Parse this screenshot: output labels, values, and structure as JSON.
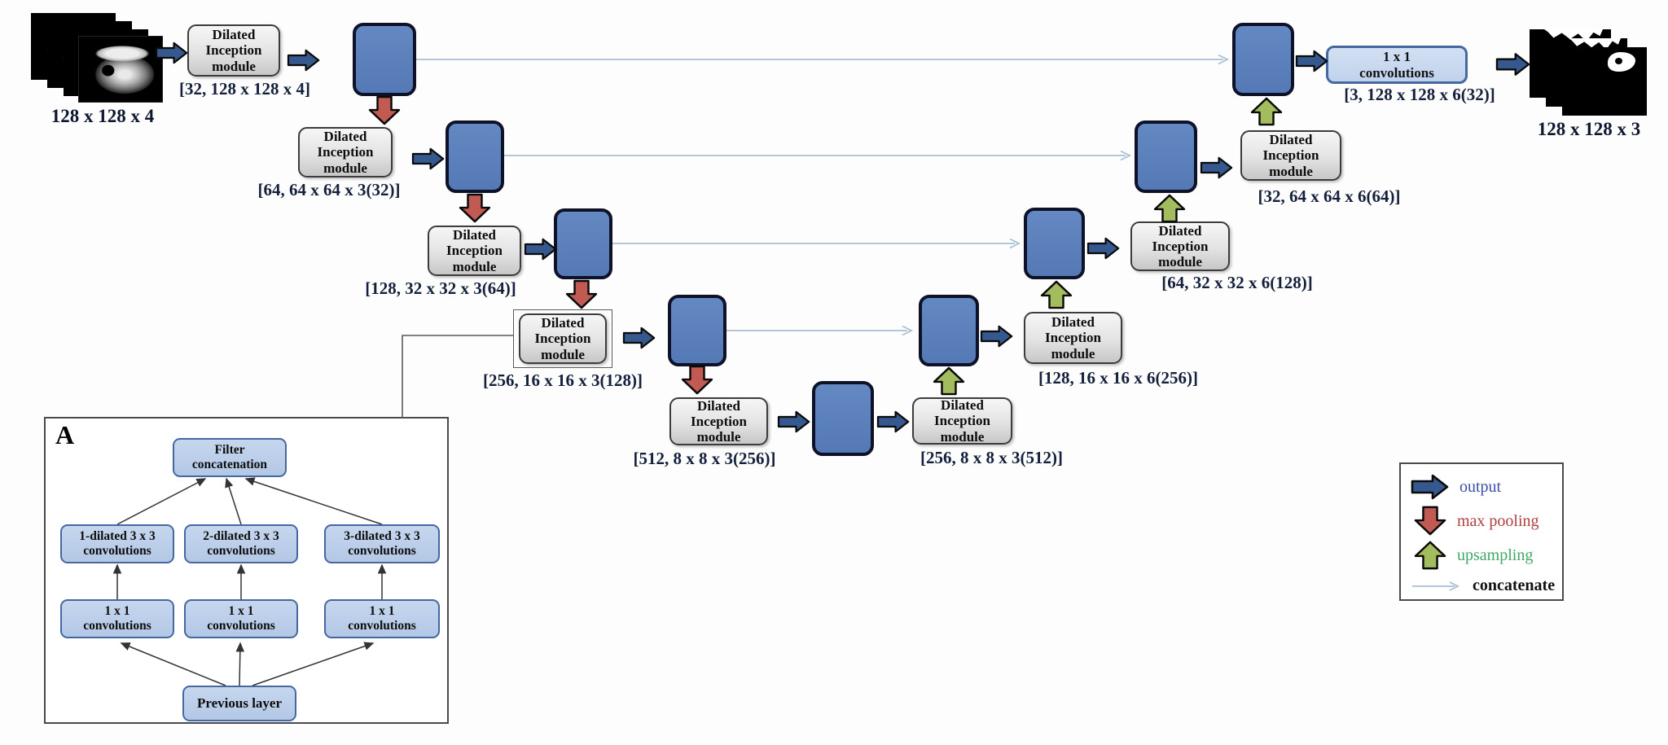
{
  "figure": {
    "input": {
      "caption": "128 x 128 x 4"
    },
    "output": {
      "caption": "128 x 128 x 3"
    },
    "module_text": "Dilated\nInception\nmodule",
    "conv1x1_text": "1 x 1\nconvolutions",
    "dims": [
      "[32, 128 x 128 x 4]",
      "[64, 64 x 64 x 3(32)]",
      "[128, 32 x 32 x 3(64)]",
      "[256, 16 x 16 x 3(128)]",
      "[512, 8 x 8 x 3(256)]",
      "[256, 8 x 8 x 3(512)]",
      "[128, 16 x 16 x 6(256)]",
      "[64, 32 x 32 x 6(128)]",
      "[32, 64 x 64 x 6(64)]",
      "[3, 128 x 128 x 6(32)]"
    ],
    "inset": {
      "tag": "A",
      "filter_concatenation": "Filter\nconcatenation",
      "dilated_labels": [
        "1-dilated 3 x 3\nconvolutions",
        "2-dilated 3 x 3\nconvolutions",
        "3-dilated 3 x 3\nconvolutions"
      ],
      "conv_label": "1 x 1\nconvolutions",
      "previous_layer": "Previous layer"
    },
    "legend": {
      "items": [
        {
          "icon": "arrow-right-blue",
          "label": "output",
          "color": "#3b4fa7"
        },
        {
          "icon": "arrow-down-red",
          "label": "max pooling",
          "color": "#b03f3f"
        },
        {
          "icon": "arrow-up-green",
          "label": "upsampling",
          "color": "#3fa864"
        },
        {
          "icon": "thin-line-arrow",
          "label": "concatenate",
          "color": "#111111"
        }
      ]
    },
    "colors": {
      "feature_box": "#5b7fbd",
      "feature_box_border": "#0d1228",
      "module_fill": "#e8e8e8",
      "conv1x1_fill": "#c9d9ef",
      "inset_box_fill": "#bed0ea",
      "arrow_output": "#35598f",
      "arrow_maxpool": "#c05a52",
      "arrow_upsample": "#a3bd5e",
      "concat_line": "#a9bfd2"
    }
  }
}
